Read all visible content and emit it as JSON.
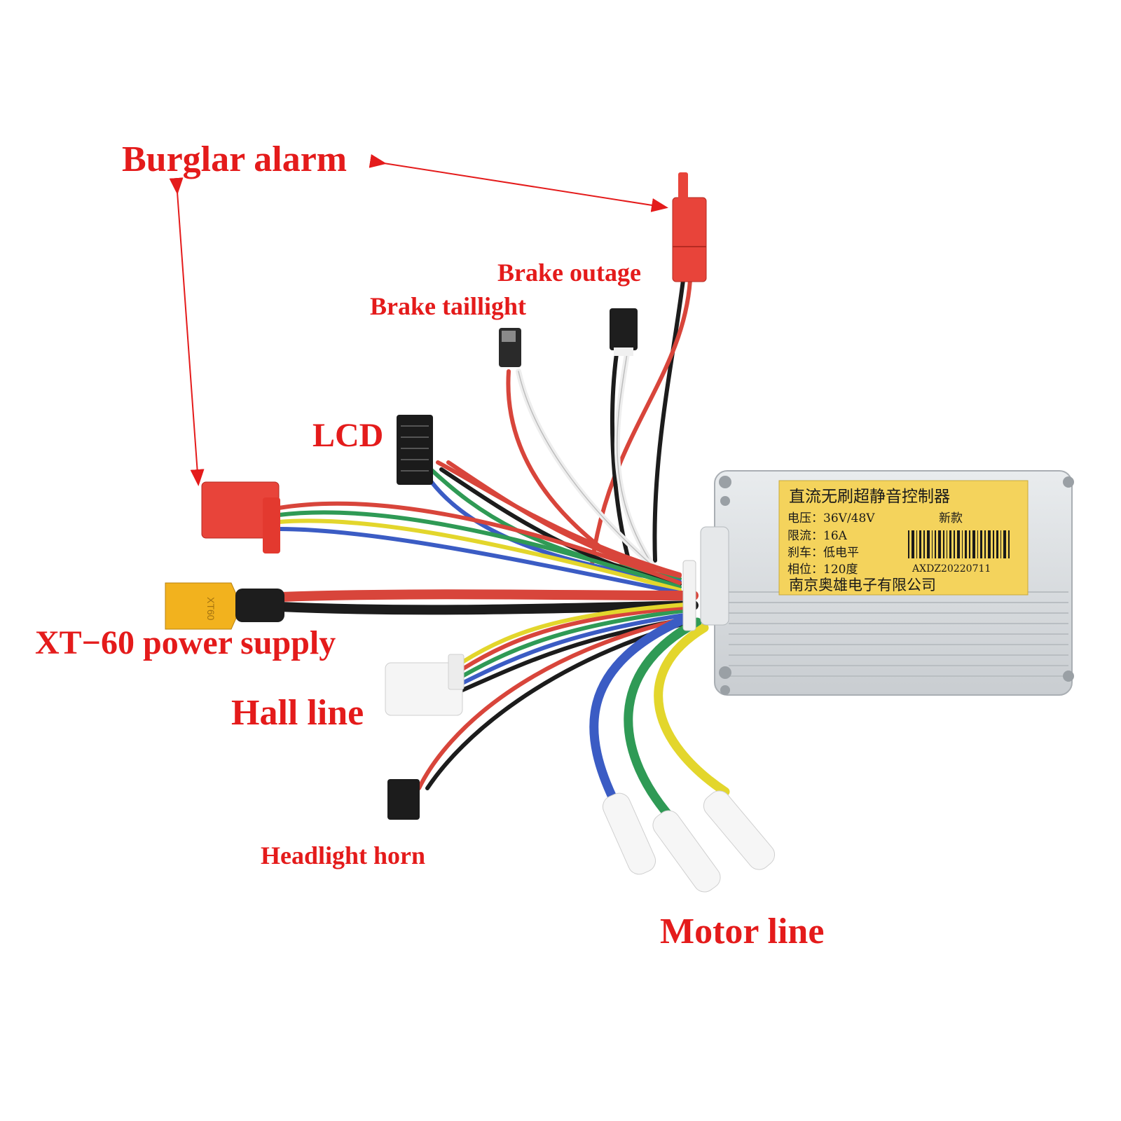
{
  "labels": {
    "burglar_alarm": "Burglar alarm",
    "brake_outage": "Brake outage",
    "brake_taillight": "Brake taillight",
    "lcd": "LCD",
    "xt60_power": "XT−60 power supply",
    "hall_line": "Hall line",
    "headlight_horn": "Headlight horn",
    "motor_line": "Motor line"
  },
  "sticker": {
    "title": "直流无刷超静音控制器",
    "voltage": "电压：36V/48V",
    "model_tag": "新款",
    "current": "限流：16A",
    "brake": "刹车：低电平",
    "phase": "相位：120度",
    "serial": "AXDZ20220711",
    "maker": "南京奥雄电子有限公司"
  },
  "xt60_mark": "XT60",
  "colors": {
    "label": "#e41b1b",
    "red_connector": "#e8443a",
    "xt60_body": "#f2b21e",
    "sticker_bg": "#f4d35c",
    "housing": "#d9dde0",
    "wire_red": "#d8453b",
    "wire_black": "#1c1c1c",
    "wire_green": "#2f9a55",
    "wire_blue": "#3b5cc4",
    "wire_yellow": "#e3d62c",
    "wire_white": "#eeeeee"
  }
}
